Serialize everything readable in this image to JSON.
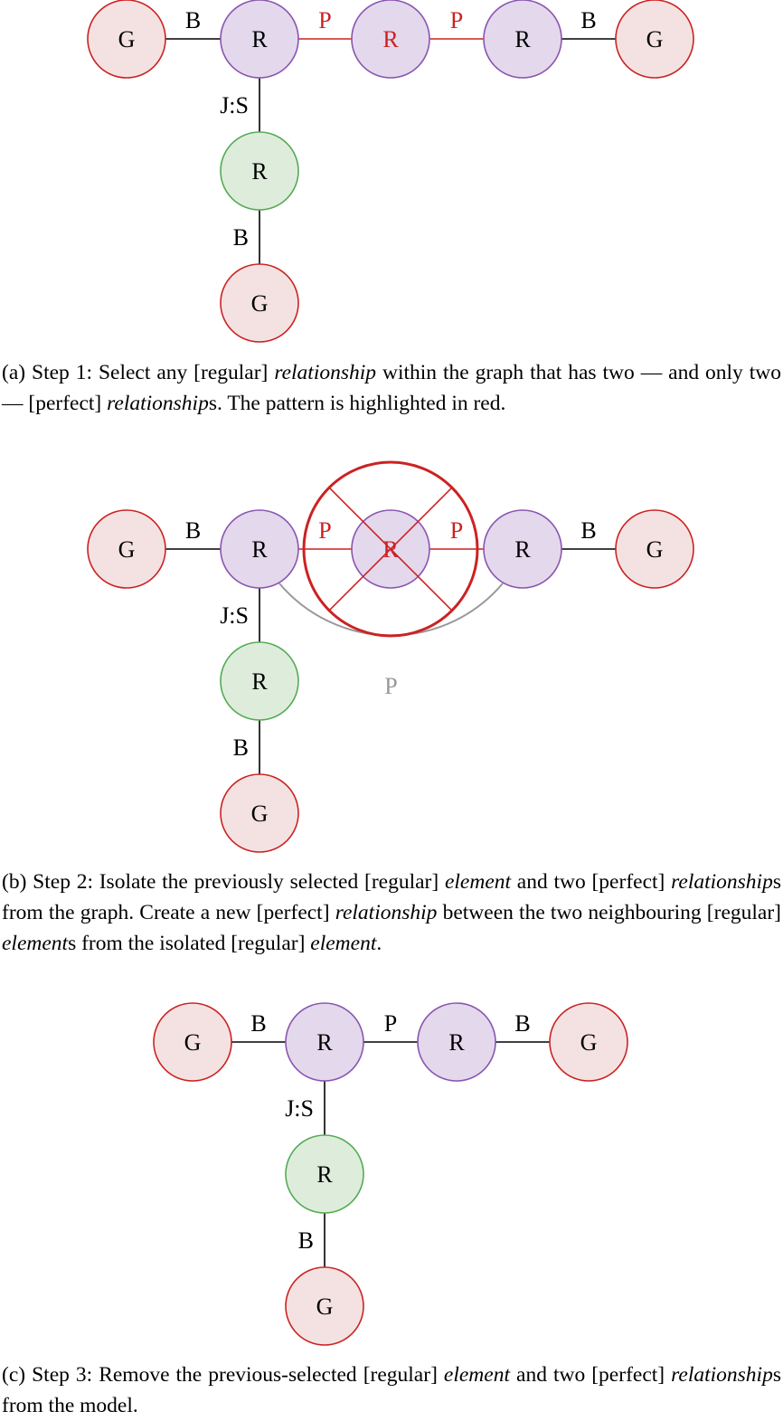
{
  "colors": {
    "g_fill": "#f4e2e2",
    "g_stroke": "#cc2222",
    "r_fill": "#e4d8ec",
    "r_stroke": "#8a55b0",
    "s_fill": "#deeddb",
    "s_stroke": "#55aa55",
    "edge": "#000000",
    "highlight": "#cc2222",
    "new_edge": "#999999"
  },
  "panels": [
    {
      "id": "a",
      "nodes": [
        {
          "id": "a-g1",
          "label": "G",
          "type": "g"
        },
        {
          "id": "a-r1",
          "label": "R",
          "type": "r"
        },
        {
          "id": "a-r2",
          "label": "R",
          "type": "r",
          "highlight": true
        },
        {
          "id": "a-r3",
          "label": "R",
          "type": "r"
        },
        {
          "id": "a-g2",
          "label": "G",
          "type": "g"
        },
        {
          "id": "a-s",
          "label": "R",
          "type": "s"
        },
        {
          "id": "a-g3",
          "label": "G",
          "type": "g"
        }
      ],
      "edges": [
        {
          "from": "a-g1",
          "to": "a-r1",
          "label": "B"
        },
        {
          "from": "a-r1",
          "to": "a-r2",
          "label": "P",
          "highlight": true
        },
        {
          "from": "a-r2",
          "to": "a-r3",
          "label": "P",
          "highlight": true
        },
        {
          "from": "a-r3",
          "to": "a-g2",
          "label": "B"
        },
        {
          "from": "a-r1",
          "to": "a-s",
          "label": "J:S"
        },
        {
          "from": "a-s",
          "to": "a-g3",
          "label": "B"
        }
      ],
      "caption": {
        "prefix": "(a) Step 1: Select any [regular] ",
        "em1": "relationship",
        "mid1": " within the graph that has two — and only two — [perfect] ",
        "em2": "relationship",
        "suffix": "s. The pattern is highlighted in red."
      }
    },
    {
      "id": "b",
      "nodes": [
        {
          "id": "b-g1",
          "label": "G",
          "type": "g"
        },
        {
          "id": "b-r1",
          "label": "R",
          "type": "r"
        },
        {
          "id": "b-r2",
          "label": "R",
          "type": "r",
          "highlight": true
        },
        {
          "id": "b-r3",
          "label": "R",
          "type": "r"
        },
        {
          "id": "b-g2",
          "label": "G",
          "type": "g"
        },
        {
          "id": "b-s",
          "label": "R",
          "type": "s"
        },
        {
          "id": "b-g3",
          "label": "G",
          "type": "g"
        }
      ],
      "edges": [
        {
          "from": "b-g1",
          "to": "b-r1",
          "label": "B"
        },
        {
          "from": "b-r1",
          "to": "b-r2",
          "label": "P",
          "highlight": true
        },
        {
          "from": "b-r2",
          "to": "b-r3",
          "label": "P",
          "highlight": true
        },
        {
          "from": "b-r3",
          "to": "b-g2",
          "label": "B"
        },
        {
          "from": "b-r1",
          "to": "b-s",
          "label": "J:S"
        },
        {
          "from": "b-s",
          "to": "b-g3",
          "label": "B"
        }
      ],
      "new_edge": {
        "from": "b-r1",
        "to": "b-r3",
        "label": "P"
      },
      "caption": {
        "prefix": "(b) Step 2: Isolate the previously selected [regular] ",
        "em1": "element",
        "mid1": " and two [perfect] ",
        "em2": "relationship",
        "mid2": "s from the graph. Create a new [perfect] ",
        "em3": "relationship",
        "mid3": " between the two neighbouring [regular] ",
        "em4": "element",
        "mid4": "s from the isolated [regular] ",
        "em5": "element",
        "suffix": "."
      }
    },
    {
      "id": "c",
      "nodes": [
        {
          "id": "c-g1",
          "label": "G",
          "type": "g"
        },
        {
          "id": "c-r1",
          "label": "R",
          "type": "r"
        },
        {
          "id": "c-r3",
          "label": "R",
          "type": "r"
        },
        {
          "id": "c-g2",
          "label": "G",
          "type": "g"
        },
        {
          "id": "c-s",
          "label": "R",
          "type": "s"
        },
        {
          "id": "c-g3",
          "label": "G",
          "type": "g"
        }
      ],
      "edges": [
        {
          "from": "c-g1",
          "to": "c-r1",
          "label": "B"
        },
        {
          "from": "c-r1",
          "to": "c-r3",
          "label": "P"
        },
        {
          "from": "c-r3",
          "to": "c-g2",
          "label": "B"
        },
        {
          "from": "c-r1",
          "to": "c-s",
          "label": "J:S"
        },
        {
          "from": "c-s",
          "to": "c-g3",
          "label": "B"
        }
      ],
      "caption": {
        "prefix": "(c) Step 3: Remove the previous-selected [regular] ",
        "em1": "element",
        "mid1": " and two [perfect] ",
        "em2": "relationship",
        "suffix": "s from the model."
      }
    }
  ]
}
